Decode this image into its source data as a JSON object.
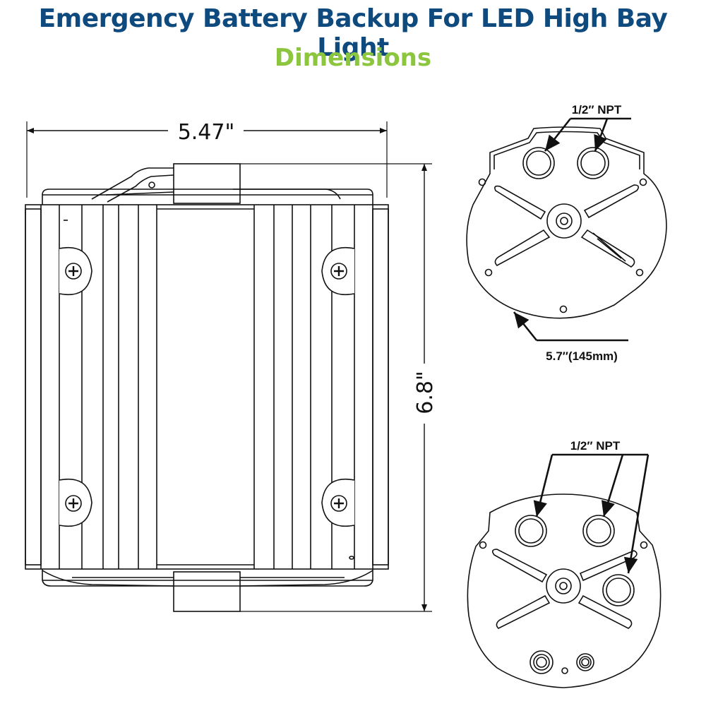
{
  "header": {
    "title": "Emergency Battery Backup For LED High Bay Light",
    "subtitle": "Dimensions"
  },
  "front_view": {
    "width_label": "5.47\"",
    "height_label": "6.8\""
  },
  "top_view": {
    "npt_label": "1/2″ NPT",
    "diameter_label": "5.7″(145mm)"
  },
  "bottom_view": {
    "npt_label": "1/2″ NPT"
  },
  "colors": {
    "title": "#0f4a7f",
    "subtitle": "#8cc63f",
    "line": "#111111"
  }
}
